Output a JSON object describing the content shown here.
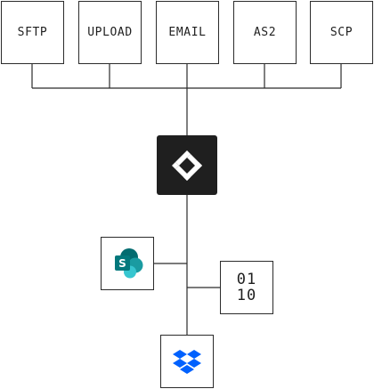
{
  "protocols": [
    {
      "label": "SFTP"
    },
    {
      "label": "UPLOAD"
    },
    {
      "label": "EMAIL"
    },
    {
      "label": "AS2"
    },
    {
      "label": "SCP"
    }
  ],
  "hub": {
    "icon": "diamond-logo-icon",
    "background": "#1f1f1f"
  },
  "destinations": [
    {
      "icon": "sharepoint-icon"
    },
    {
      "icon": "binary-data-icon",
      "lines": [
        "01",
        "10"
      ]
    },
    {
      "icon": "dropbox-icon"
    }
  ],
  "colors": {
    "line": "#2b2b2b",
    "sharepoint_dark": "#036c70",
    "sharepoint_mid": "#1a9ba1",
    "sharepoint_light": "#37c6d0",
    "dropbox": "#0061fe"
  }
}
